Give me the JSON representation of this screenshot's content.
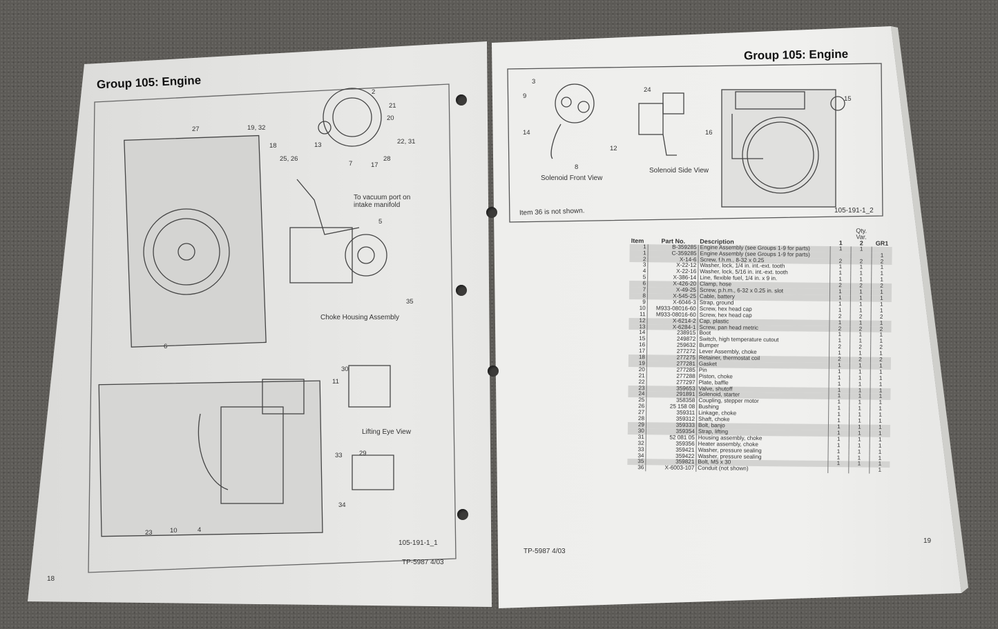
{
  "left_page": {
    "title": "Group 105: Engine",
    "captions": {
      "choke": "Choke Housing Assembly",
      "lifting": "Lifting Eye View",
      "vacuum": "To vacuum port on intake manifold"
    },
    "figure_id": "105-191-1_1",
    "doc_id": "TP-5987  4/03",
    "page_number": "18",
    "callouts": [
      "2",
      "21",
      "20",
      "22, 31",
      "13",
      "7",
      "17",
      "28",
      "27",
      "19, 32",
      "18",
      "25, 26",
      "5",
      "35",
      "6",
      "30",
      "11",
      "33",
      "29",
      "34",
      "23",
      "10",
      "4"
    ]
  },
  "right_page": {
    "title": "Group 105: Engine",
    "captions": {
      "front": "Solenoid Front View",
      "side": "Solenoid Side View",
      "note": "Item 36 is not shown."
    },
    "figure_id": "105-191-1_2",
    "doc_id": "TP-5987  4/03",
    "page_number": "19",
    "callouts": [
      "3",
      "9",
      "14",
      "8",
      "12",
      "24",
      "16",
      "15"
    ],
    "table": {
      "headers": {
        "item": "Item",
        "part_no": "Part No.",
        "description": "Description",
        "qty": "Qty.",
        "var": "Var.",
        "c1": "1",
        "c2": "2",
        "c3": "GR1"
      },
      "rows": [
        {
          "item": "1",
          "part": "B-359285",
          "desc": "Engine Assembly (see Groups 1-9 for parts)",
          "q1": "1",
          "q2": "1",
          "q3": ""
        },
        {
          "item": "1",
          "part": "C-359285",
          "desc": "Engine Assembly (see Groups 1-9 for parts)",
          "q1": "",
          "q2": "",
          "q3": "1"
        },
        {
          "item": "2",
          "part": "X-14-6",
          "desc": "Screw, f.h.m., 8-32 x 0.25",
          "q1": "2",
          "q2": "2",
          "q3": "2"
        },
        {
          "item": "3",
          "part": "X-22-12",
          "desc": "Washer, lock, 1/4 in. int.-ext. tooth",
          "q1": "1",
          "q2": "1",
          "q3": "1"
        },
        {
          "item": "4",
          "part": "X-22-16",
          "desc": "Washer, lock, 5/16 in. int.-ext. tooth",
          "q1": "1",
          "q2": "1",
          "q3": "1"
        },
        {
          "item": "5",
          "part": "X-386-14",
          "desc": "Line, flexible fuel, 1/4 in. x 9 in.",
          "q1": "1",
          "q2": "1",
          "q3": "1"
        },
        {
          "item": "6",
          "part": "X-426-20",
          "desc": "Clamp, hose",
          "q1": "2",
          "q2": "2",
          "q3": "2"
        },
        {
          "item": "7",
          "part": "X-49-25",
          "desc": "Screw, p.h.m., 6-32 x 0.25 in. slot",
          "q1": "1",
          "q2": "1",
          "q3": "1"
        },
        {
          "item": "8",
          "part": "X-545-25",
          "desc": "Cable, battery",
          "q1": "1",
          "q2": "1",
          "q3": "1"
        },
        {
          "item": "9",
          "part": "X-6046-3",
          "desc": "Strap, ground",
          "q1": "1",
          "q2": "1",
          "q3": "1"
        },
        {
          "item": "10",
          "part": "M933-08016-60",
          "desc": "Screw, hex head cap",
          "q1": "1",
          "q2": "1",
          "q3": "1"
        },
        {
          "item": "11",
          "part": "M933-08016-60",
          "desc": "Screw, hex head cap",
          "q1": "2",
          "q2": "2",
          "q3": "2"
        },
        {
          "item": "12",
          "part": "X-6214-2",
          "desc": "Cap, plastic",
          "q1": "1",
          "q2": "1",
          "q3": "1"
        },
        {
          "item": "13",
          "part": "X-6284-1",
          "desc": "Screw, pan head metric",
          "q1": "2",
          "q2": "2",
          "q3": "2"
        },
        {
          "item": "14",
          "part": "238915",
          "desc": "Boot",
          "q1": "1",
          "q2": "1",
          "q3": "1"
        },
        {
          "item": "15",
          "part": "249872",
          "desc": "Switch, high temperature cutout",
          "q1": "1",
          "q2": "1",
          "q3": "1"
        },
        {
          "item": "16",
          "part": "259632",
          "desc": "Bumper",
          "q1": "2",
          "q2": "2",
          "q3": "2"
        },
        {
          "item": "17",
          "part": "277272",
          "desc": "Lever Assembly, choke",
          "q1": "1",
          "q2": "1",
          "q3": "1"
        },
        {
          "item": "18",
          "part": "277275",
          "desc": "Retainer, thermostat coil",
          "q1": "2",
          "q2": "2",
          "q3": "2"
        },
        {
          "item": "19",
          "part": "277281",
          "desc": "Gasket",
          "q1": "1",
          "q2": "1",
          "q3": "1"
        },
        {
          "item": "20",
          "part": "277285",
          "desc": "Pin",
          "q1": "1",
          "q2": "1",
          "q3": "1"
        },
        {
          "item": "21",
          "part": "277288",
          "desc": "Piston, choke",
          "q1": "1",
          "q2": "1",
          "q3": "1"
        },
        {
          "item": "22",
          "part": "277297",
          "desc": "Plate, baffle",
          "q1": "1",
          "q2": "1",
          "q3": "1"
        },
        {
          "item": "23",
          "part": "359653",
          "desc": "Valve, shutoff",
          "q1": "1",
          "q2": "1",
          "q3": "1"
        },
        {
          "item": "24",
          "part": "291891",
          "desc": "Solenoid, starter",
          "q1": "1",
          "q2": "1",
          "q3": "1"
        },
        {
          "item": "25",
          "part": "358358",
          "desc": "Coupling, stepper motor",
          "q1": "1",
          "q2": "1",
          "q3": "1"
        },
        {
          "item": "26",
          "part": "25 158 08",
          "desc": "Bushing",
          "q1": "1",
          "q2": "1",
          "q3": "1"
        },
        {
          "item": "27",
          "part": "359311",
          "desc": "Linkage, choke",
          "q1": "1",
          "q2": "1",
          "q3": "1"
        },
        {
          "item": "28",
          "part": "359312",
          "desc": "Shaft, choke",
          "q1": "1",
          "q2": "1",
          "q3": "1"
        },
        {
          "item": "29",
          "part": "359333",
          "desc": "Bolt, banjo",
          "q1": "1",
          "q2": "1",
          "q3": "1"
        },
        {
          "item": "30",
          "part": "359354",
          "desc": "Strap, lifting",
          "q1": "1",
          "q2": "1",
          "q3": "1"
        },
        {
          "item": "31",
          "part": "52 081 05",
          "desc": "Housing assembly, choke",
          "q1": "1",
          "q2": "1",
          "q3": "1"
        },
        {
          "item": "32",
          "part": "359356",
          "desc": "Heater assembly, choke",
          "q1": "1",
          "q2": "1",
          "q3": "1"
        },
        {
          "item": "33",
          "part": "359421",
          "desc": "Washer, pressure sealing",
          "q1": "1",
          "q2": "1",
          "q3": "1"
        },
        {
          "item": "34",
          "part": "359422",
          "desc": "Washer, pressure sealing",
          "q1": "1",
          "q2": "1",
          "q3": "1"
        },
        {
          "item": "35",
          "part": "359821",
          "desc": "Bolt, M5 x 30",
          "q1": "1",
          "q2": "1",
          "q3": "1"
        },
        {
          "item": "36",
          "part": "X-6003-107",
          "desc": "Conduit (not shown)",
          "q1": "",
          "q2": "",
          "q3": "1"
        }
      ]
    }
  }
}
